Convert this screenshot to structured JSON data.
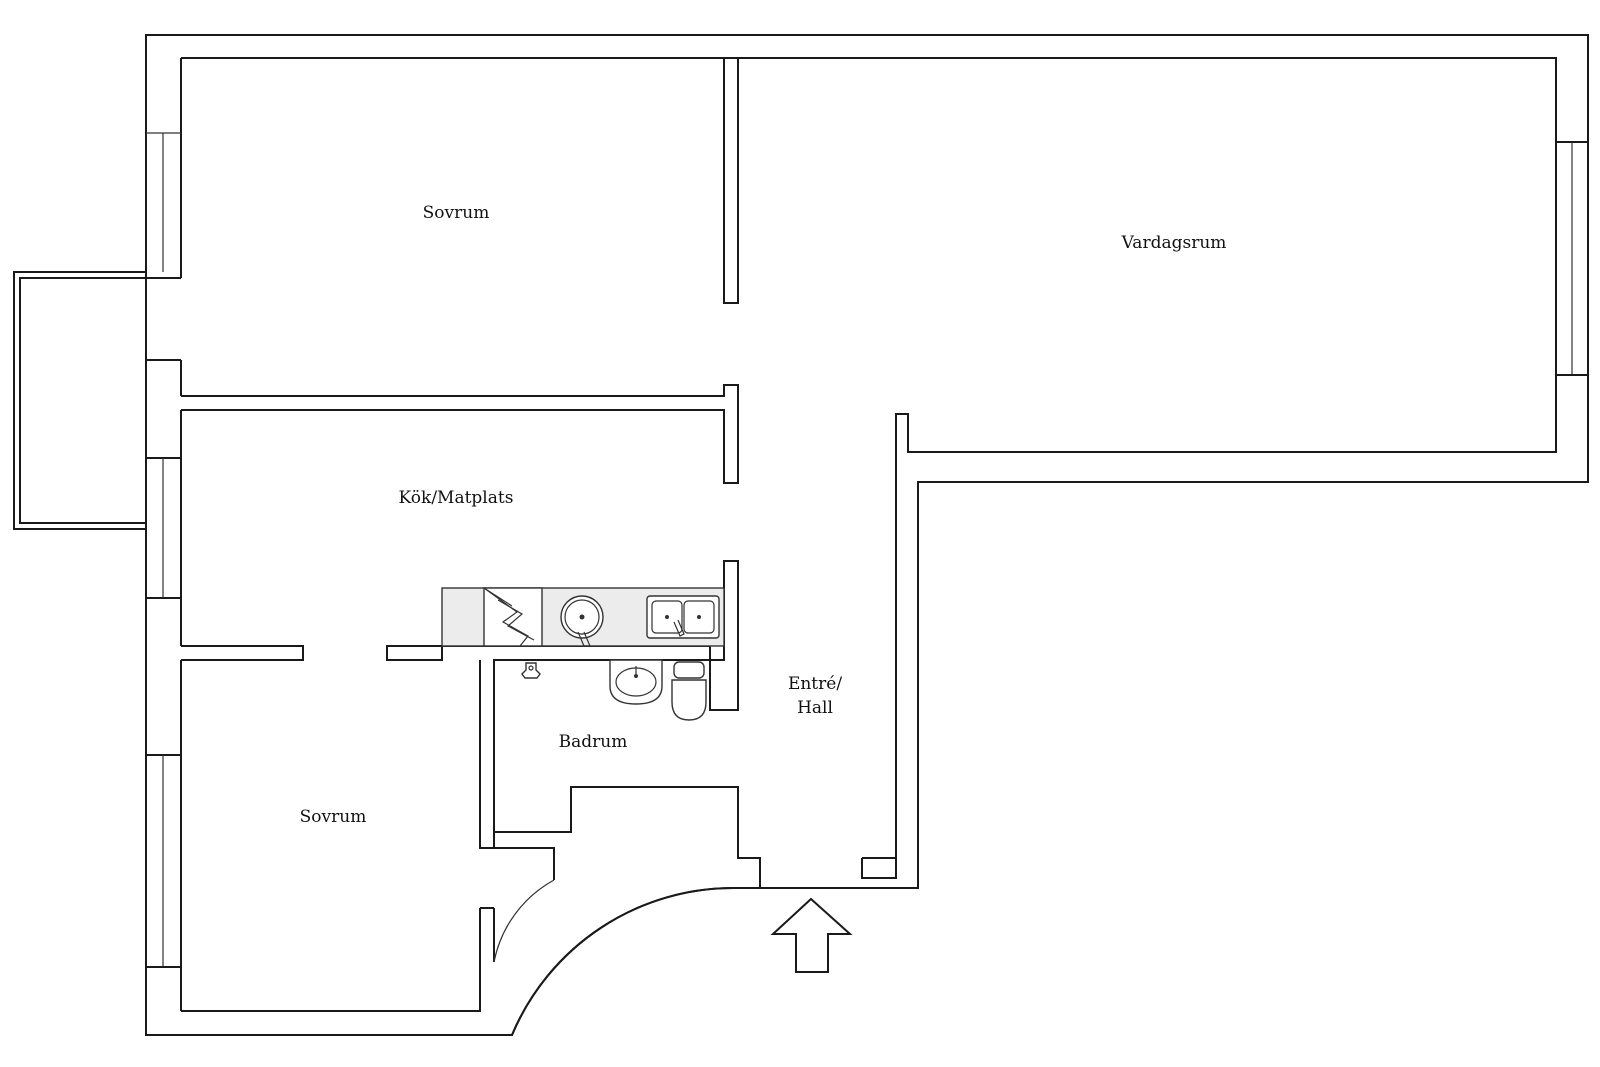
{
  "rooms": {
    "sovrum_top": "Sovrum",
    "vardagsrum": "Vardagsrum",
    "kok": "Kök/Matplats",
    "entre_line1": "Entré/",
    "entre_line2": "Hall",
    "badrum": "Badrum",
    "sovrum_bottom": "Sovrum"
  },
  "colors": {
    "wall": "#1a1a1a",
    "background": "#ffffff"
  },
  "icons": [
    "stove-icon",
    "sink-bowl-icon",
    "double-sink-icon",
    "washbasin-icon",
    "toilet-icon",
    "faucet-icon",
    "entrance-arrow-icon"
  ]
}
